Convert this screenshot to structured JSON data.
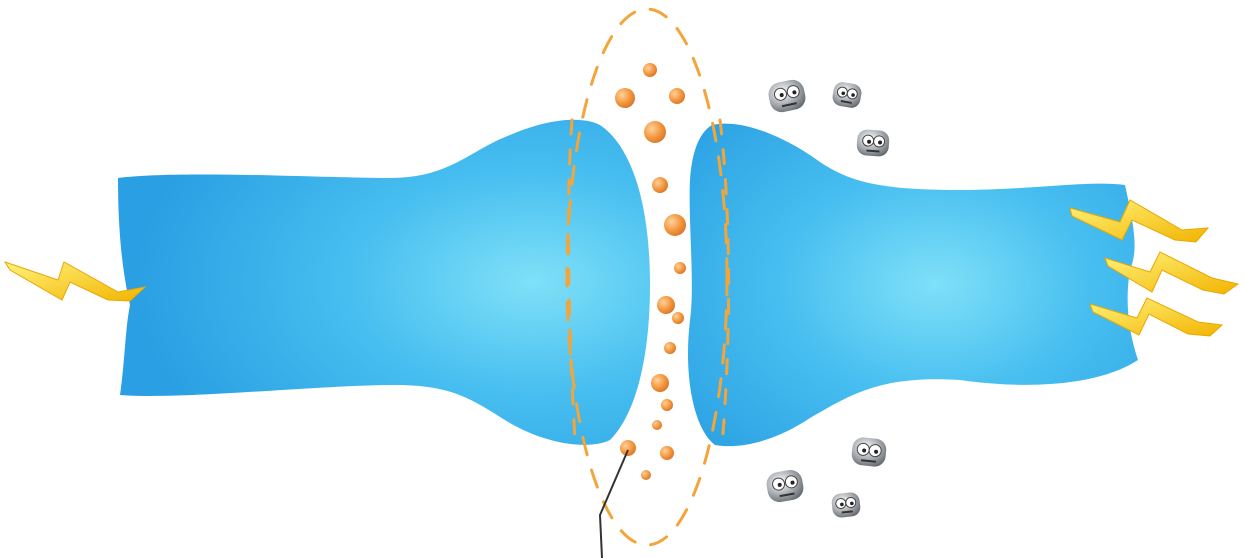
{
  "diagram": {
    "type": "synapse",
    "elements": [
      {
        "id": "presynaptic-neuron",
        "shape": "tapered-tube",
        "color": "#3fb1ee"
      },
      {
        "id": "postsynaptic-neuron",
        "shape": "tapered-tube",
        "color": "#3fb1ee"
      },
      {
        "id": "synaptic-cleft-outline",
        "style": "dashed",
        "color": "#f4a53a"
      },
      {
        "id": "neurotransmitter-particles",
        "count": 16,
        "color": "#f0953b"
      },
      {
        "id": "inhibitor-molecules",
        "count": 6,
        "color": "#8a8f96"
      },
      {
        "id": "incoming-signal",
        "icon": "lightning-bolt-icon",
        "count": 1,
        "color": "#ffd21f"
      },
      {
        "id": "outgoing-signals",
        "icon": "lightning-bolt-icon",
        "count": 3,
        "color": "#ffd21f"
      },
      {
        "id": "leader-line",
        "color": "#333333"
      }
    ]
  }
}
